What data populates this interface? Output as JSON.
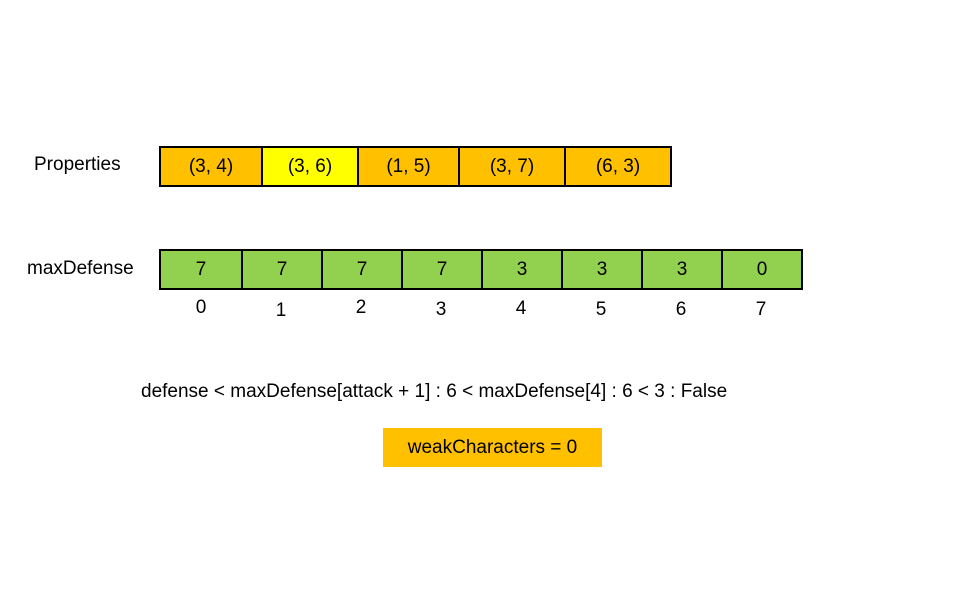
{
  "properties": {
    "label": "Properties",
    "cells": [
      "(3, 4)",
      "(3, 6)",
      "(1, 5)",
      "(3, 7)",
      "(6, 3)"
    ],
    "highlighted_index": 1,
    "colors": {
      "cell": "#ffc000",
      "highlight": "#ffff00"
    }
  },
  "max_defense": {
    "label": "maxDefense",
    "cells": [
      "7",
      "7",
      "7",
      "7",
      "3",
      "3",
      "3",
      "0"
    ],
    "indices": [
      "0",
      "1",
      "2",
      "3",
      "4",
      "5",
      "6",
      "7"
    ],
    "colors": {
      "cell": "#92d050"
    }
  },
  "condition": {
    "text": "defense < maxDefense[attack + 1] : 6 < maxDefense[4] : 6 < 3 : False"
  },
  "result": {
    "text": "weakCharacters = 0",
    "color": "#ffc000"
  }
}
